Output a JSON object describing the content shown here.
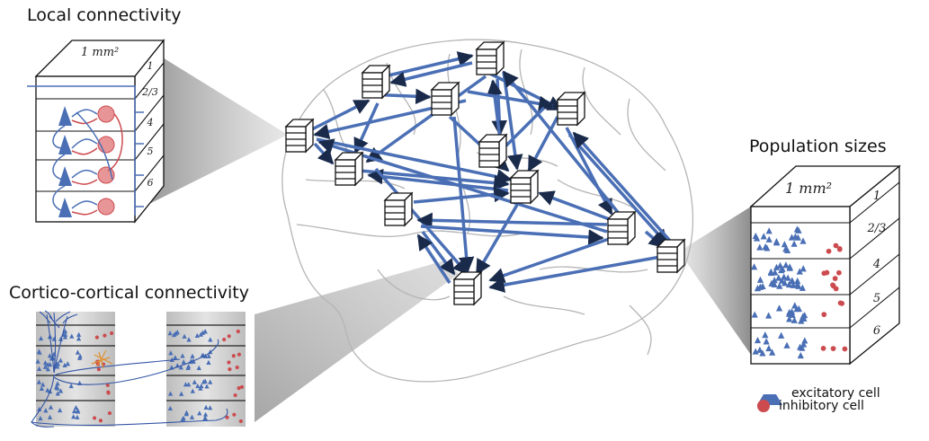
{
  "titles": {
    "local": "Local connectivity",
    "cortico": "Cortico-cortical connectivity",
    "population": "Population sizes"
  },
  "area_label": "1 mm²",
  "layers": [
    "1",
    "2/3",
    "4",
    "5",
    "6"
  ],
  "legend": {
    "excitatory": "excitatory cell",
    "inhibitory": "inhibitory cell"
  },
  "colors": {
    "excitatory": "#4a6fb5",
    "inhibitory": "#cc4b4f",
    "connection": "#4a6fb5"
  }
}
